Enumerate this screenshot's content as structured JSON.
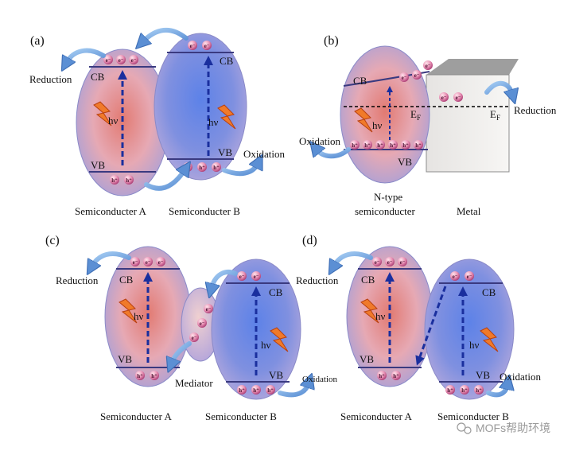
{
  "panels": {
    "a": {
      "label": "(a)",
      "reduction": "Reduction",
      "oxidation": "Oxidation",
      "cb_left": "CB",
      "vb_left": "VB",
      "cb_right": "CB",
      "vb_right": "VB",
      "hv_left": "hν",
      "hv_right": "hν",
      "caption_left": "Semiconducter A",
      "caption_right": "Semiconducter B"
    },
    "b": {
      "label": "(b)",
      "cb": "CB",
      "vb": "VB",
      "hv": "hν",
      "ef": "E",
      "ef_sub": "F",
      "ef_metal": "E",
      "ef_metal_sub": "F",
      "oxidation": "Oxidation",
      "reduction": "Reduction",
      "caption_semi_line1": "N-type",
      "caption_semi_line2": "semiconducter",
      "caption_metal": "Metal"
    },
    "c": {
      "label": "(c)",
      "reduction": "Reduction",
      "oxidation": "Oxidation",
      "cb_left": "CB",
      "vb_left": "VB",
      "cb_right": "CB",
      "vb_right": "VB",
      "hv_left": "hν",
      "hv_right": "hν",
      "mediator": "Mediator",
      "caption_left": "Semiconducter A",
      "caption_right": "Semiconducter B"
    },
    "d": {
      "label": "(d)",
      "reduction": "Reduction",
      "oxidation": "Oxidation",
      "cb_left": "CB",
      "vb_left": "VB",
      "cb_right": "CB",
      "vb_right": "VB",
      "hv_left": "hν",
      "hv_right": "hν",
      "caption_left": "Semiconducter A",
      "caption_right": "Semiconducter B"
    }
  },
  "particles": {
    "electron": "e⁻",
    "hole": "h⁺"
  },
  "watermark": "MOFs帮助环境"
}
